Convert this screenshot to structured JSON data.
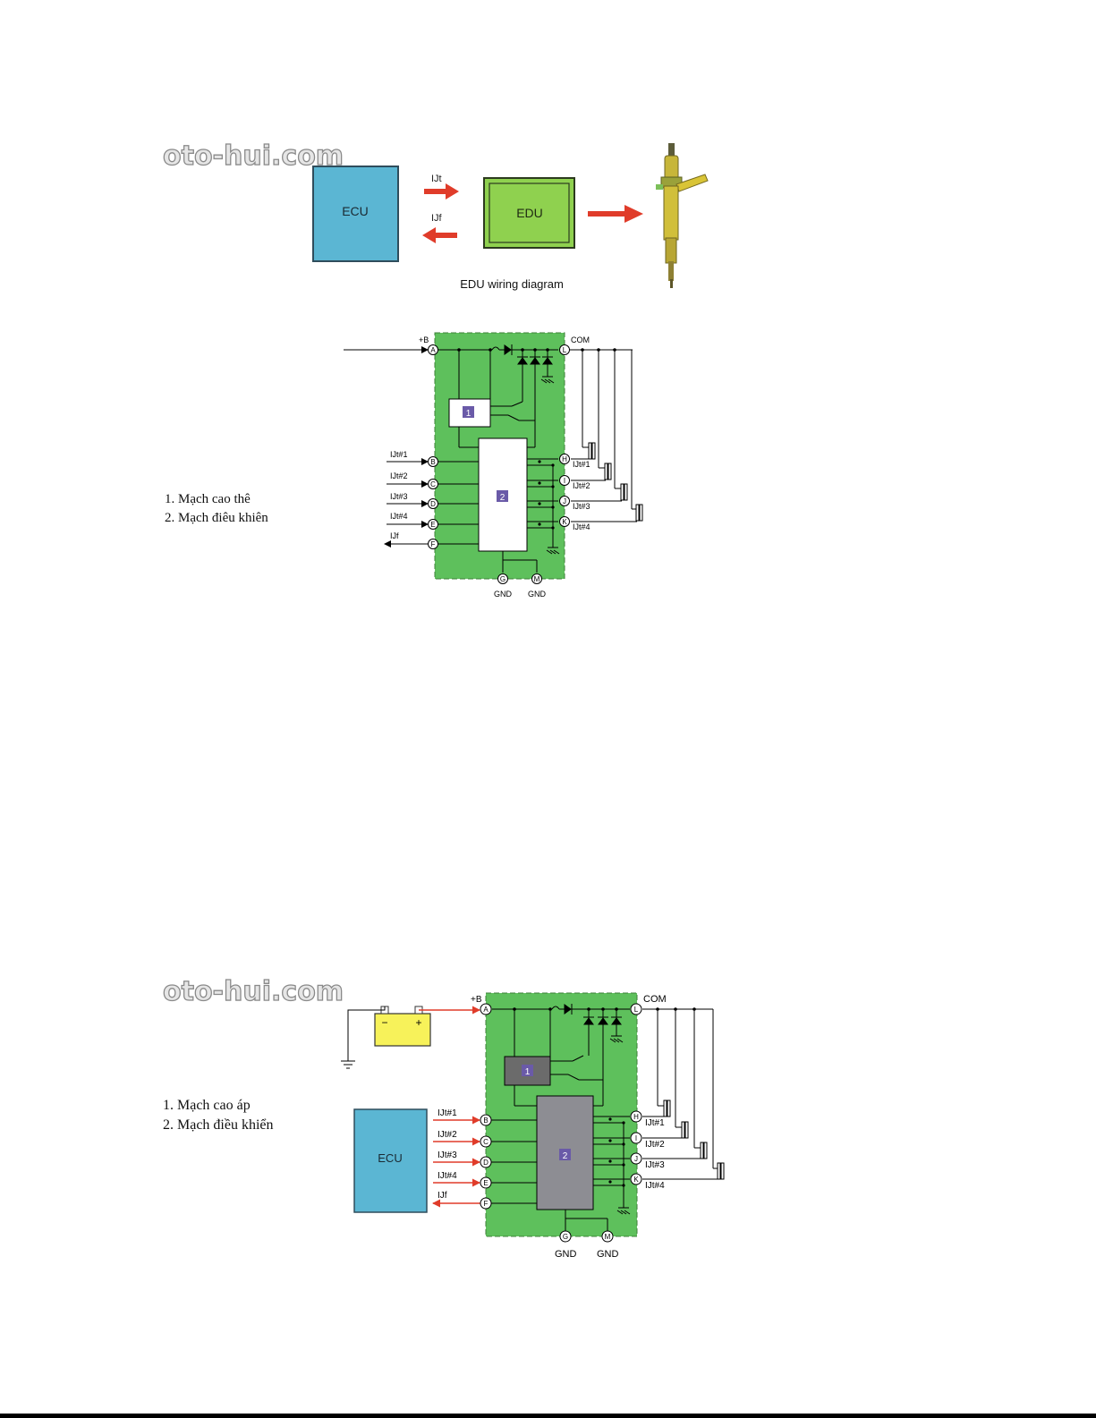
{
  "watermark": "oto-hui.com",
  "top_diagram": {
    "ecu_label": "ECU",
    "edu_label": "EDU",
    "ijt_label": "IJt",
    "ijf_label": "IJf",
    "caption": "EDU wiring diagram"
  },
  "circuit1": {
    "legend": [
      "1.  Mạch cao thê",
      "2.  Mạch điêu khiên"
    ],
    "box1_num": "1",
    "box2_num": "2",
    "plus_b": "+B",
    "com": "COM",
    "inputs": [
      "IJt#1",
      "IJt#2",
      "IJt#3",
      "IJt#4",
      "IJf"
    ],
    "input_pins": [
      "B",
      "C",
      "D",
      "E",
      "F"
    ],
    "outputs": [
      "IJt#1",
      "IJt#2",
      "IJt#3",
      "IJt#4"
    ],
    "output_pins": [
      "H",
      "I",
      "J",
      "K"
    ],
    "pin_a": "A",
    "pin_l": "L",
    "ground_pins": [
      "G",
      "M"
    ],
    "gnd_labels": [
      "GND",
      "GND"
    ]
  },
  "circuit2": {
    "legend": [
      "1.  Mạch cao áp",
      "2.  Mạch điều khiển"
    ],
    "ecu_label": "ECU",
    "battery_minus": "−",
    "battery_plus": "+",
    "box1_num": "1",
    "box2_num": "2",
    "plus_b": "+B",
    "com": "COM",
    "inputs": [
      "IJt#1",
      "IJt#2",
      "IJt#3",
      "IJt#4",
      "IJf"
    ],
    "input_pins": [
      "B",
      "C",
      "D",
      "E",
      "F"
    ],
    "outputs": [
      "IJt#1",
      "IJt#2",
      "IJt#3",
      "IJt#4"
    ],
    "output_pins": [
      "H",
      "I",
      "J",
      "K"
    ],
    "pin_a": "A",
    "pin_l": "L",
    "ground_pins": [
      "G",
      "M"
    ],
    "gnd_labels": [
      "GND",
      "GND"
    ]
  },
  "colors": {
    "ecu_blue": "#5bb6d3",
    "edu_green": "#8fd14f",
    "board_green": "#5ec05c",
    "arrow_red": "#e03c2a",
    "battery_yellow": "#f7f25a",
    "box_gray": "#8d8d93",
    "num_purple": "#6a5aa8"
  }
}
